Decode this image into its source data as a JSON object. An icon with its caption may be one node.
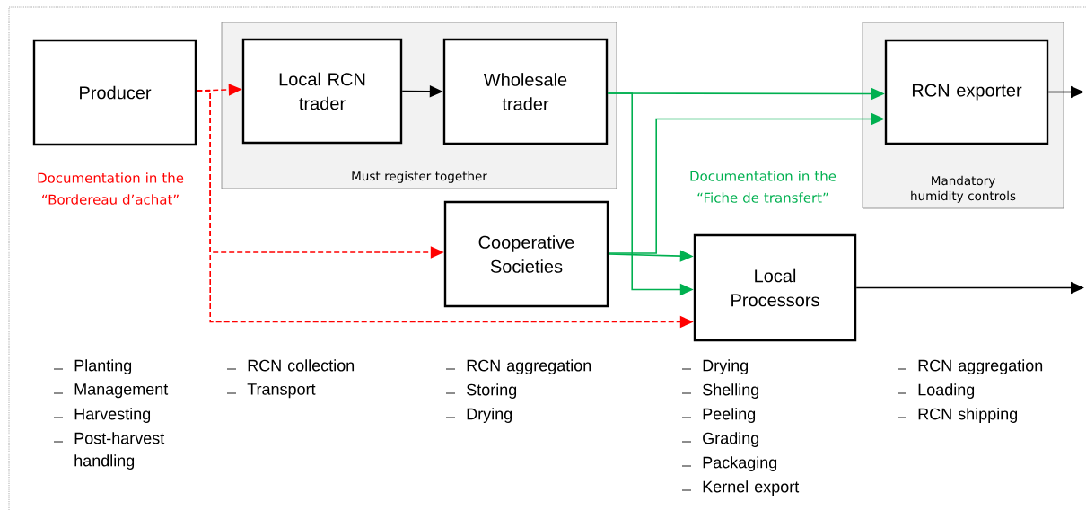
{
  "diagram": {
    "nodes": [
      {
        "text": [
          "Must register together"
        ]
      },
      {
        "text": [
          "Producer"
        ]
      },
      {
        "text": [
          "Local RCN trader"
        ],
        "in": 0
      },
      {
        "text": [
          "Wholesale trader"
        ],
        "in": 0
      },
      {
        "text": [
          "Mandatory humidity controls"
        ]
      },
      {
        "text": [
          "RCN exporter"
        ],
        "in": 4
      },
      {
        "text": [
          "Cooperative Societies"
        ]
      },
      {
        "text": [
          "Local Processors"
        ]
      }
    ],
    "edges": [
      {
        "from": 1,
        "to": 2,
        "arrow": "to",
        "style": "dashed",
        "color": "#ff0000"
      },
      {
        "from": 1,
        "to": 6,
        "arrow": "to",
        "style": "dashed",
        "color": "#ff0000"
      },
      {
        "from": 1,
        "to": 7,
        "arrow": "to",
        "style": "dashed",
        "color": "#ff0000"
      },
      {
        "from": 2,
        "to": 3,
        "arrow": "to",
        "color": "#000000"
      },
      {
        "from": 3,
        "to": 5,
        "arrow": "to",
        "color": "#00b050"
      },
      {
        "from": 3,
        "to": 7,
        "arrow": "to",
        "color": "#00b050"
      },
      {
        "from": 6,
        "to": 5,
        "arrow": "to",
        "color": "#00b050"
      },
      {
        "from": 6,
        "to": 7,
        "arrow": "to",
        "color": "#00b050"
      },
      {
        "from": 5,
        "to": null,
        "arrow": "to",
        "color": "#000000"
      },
      {
        "from": 7,
        "to": null,
        "arrow": "to",
        "color": "#000000"
      }
    ],
    "labels": [
      "Documentation in the “Bordereau d’achat”",
      "Documentation in the “Fiche de transfert”",
      "Planting",
      "Management",
      "Harvesting",
      "Post-harvest handling",
      "RCN collection",
      "Transport",
      "RCN aggregation",
      "Storing",
      "Drying",
      "Drying",
      "Shelling",
      "Peeling",
      "Grading",
      "Packaging",
      "Kernel export",
      "RCN aggregation",
      "Loading",
      "RCN shipping"
    ]
  }
}
